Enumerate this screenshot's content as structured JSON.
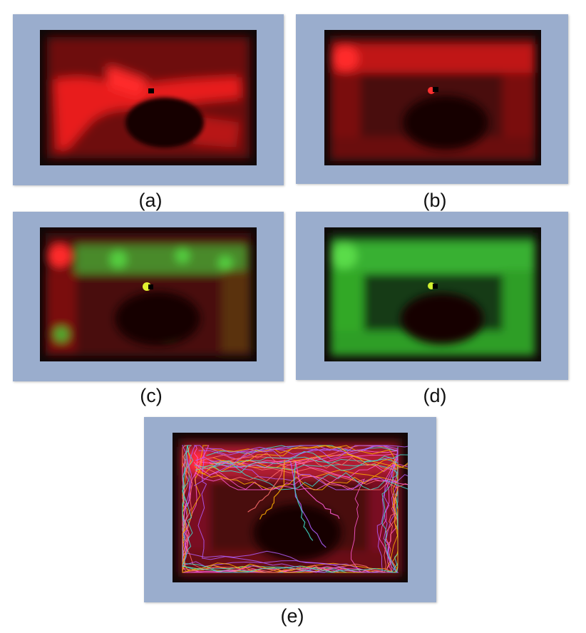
{
  "panels": [
    {
      "id": "a",
      "caption": "(a)",
      "heatmap": "red",
      "paths": false
    },
    {
      "id": "b",
      "caption": "(b)",
      "heatmap": "red",
      "paths": false
    },
    {
      "id": "c",
      "caption": "(c)",
      "heatmap": "red-green",
      "paths": false
    },
    {
      "id": "d",
      "caption": "(d)",
      "heatmap": "green",
      "paths": false
    },
    {
      "id": "e",
      "caption": "(e)",
      "heatmap": "red",
      "paths": true
    }
  ],
  "colors": {
    "frame": "#9aadcd",
    "background": "#0f0808",
    "red": "#ff2020",
    "green": "#36e036",
    "marker": "#000000",
    "path_colors": [
      "#ff5ad6",
      "#ffb000",
      "#b060ff",
      "#40e0d0",
      "#ff7070"
    ]
  }
}
